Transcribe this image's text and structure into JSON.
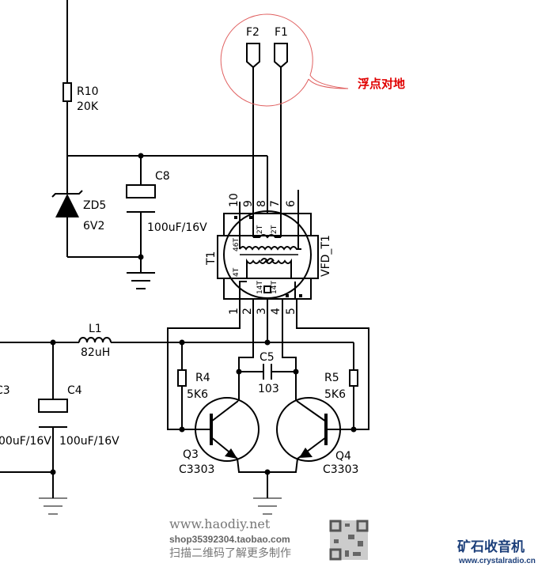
{
  "components": {
    "r10": {
      "ref": "R10",
      "value": "20K"
    },
    "zd5": {
      "ref": "ZD5",
      "value": "6V2"
    },
    "c8": {
      "ref": "C8",
      "value": "100uF/16V"
    },
    "t1": {
      "ref": "T1",
      "model": "VFD_T1",
      "pins_top": [
        "10",
        "9",
        "8",
        "7",
        "6"
      ],
      "pins_bottom": [
        "1",
        "2",
        "3",
        "4",
        "5"
      ],
      "windings": [
        "46T",
        "2T",
        "2T",
        "4T",
        "14T",
        "14T"
      ]
    },
    "f2": {
      "ref": "F2"
    },
    "f1": {
      "ref": "F1"
    },
    "l1": {
      "ref": "L1",
      "value": "82uH"
    },
    "c3": {
      "ref": "C3",
      "value": "00uF/16V"
    },
    "c4": {
      "ref": "C4",
      "value": "100uF/16V"
    },
    "c5": {
      "ref": "C5",
      "value": "103"
    },
    "r4": {
      "ref": "R4",
      "value": "5K6"
    },
    "r5": {
      "ref": "R5",
      "value": "5K6"
    },
    "q3": {
      "ref": "Q3",
      "value": "C3303"
    },
    "q4": {
      "ref": "Q4",
      "value": "C3303"
    }
  },
  "annotation": {
    "text": "浮点对地",
    "color": "#e00000"
  },
  "watermark": {
    "site": "www.haodiy.net",
    "shop": "shop35392304.taobao.com",
    "scan": "扫描二维码了解更多制作",
    "logo": "矿石收音机",
    "logo_url": "www.crystalradio.cn"
  }
}
